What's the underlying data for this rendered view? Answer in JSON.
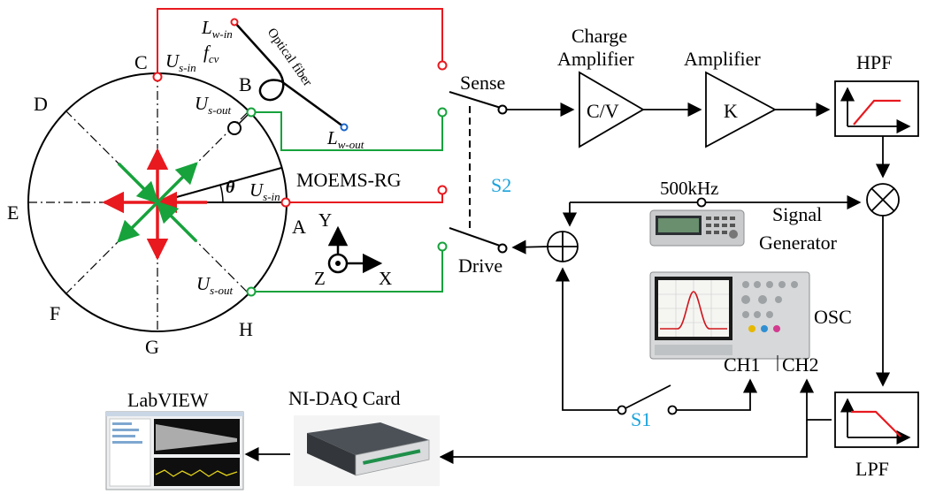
{
  "labels": {
    "circle_points": {
      "A": "A",
      "B": "B",
      "C": "C",
      "D": "D",
      "E": "E",
      "F": "F",
      "G": "G",
      "H": "H"
    },
    "moems": "MOEMS-RG",
    "theta": "θ",
    "us_in_top": "U",
    "us_in_top_sub": "s-in",
    "us_in_mid": "U",
    "us_in_mid_sub": "s-in",
    "us_out_top": "U",
    "us_out_top_sub": "s-out",
    "us_out_bot": "U",
    "us_out_bot_sub": "s-out",
    "lw_in": "L",
    "lw_in_sub": "w-in",
    "lw_out": "L",
    "lw_out_sub": "w-out",
    "fcv": "f",
    "fcv_sub": "cv",
    "optical_fiber": "Optical fiber",
    "axis_x": "X",
    "axis_y": "Y",
    "axis_z": "Z",
    "sense": "Sense",
    "drive": "Drive",
    "s2": "S2",
    "s1": "S1",
    "charge_amp_line1": "Charge",
    "charge_amp_line2": "Amplifier",
    "cv": "C/V",
    "amplifier": "Amplifier",
    "k": "K",
    "hpf": "HPF",
    "lpf": "LPF",
    "freq": "500kHz",
    "signal_gen_line1": "Signal",
    "signal_gen_line2": "Generator",
    "osc": "OSC",
    "ch1": "CH1",
    "ch2": "CH2",
    "labview": "LabVIEW",
    "nidaq": "NI-DAQ Card"
  },
  "colors": {
    "red": "#e8191f",
    "green": "#17a23c",
    "blue": "#1aa3dc",
    "black": "#000000"
  }
}
